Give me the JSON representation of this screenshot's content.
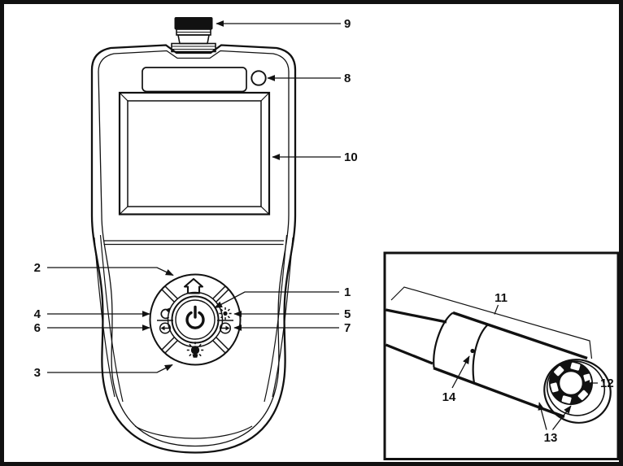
{
  "figure": {
    "colors": {
      "ink": "#111111",
      "paper": "#ffffff"
    },
    "callouts": {
      "c1": "1",
      "c2": "2",
      "c3": "3",
      "c4": "4",
      "c5": "5",
      "c6": "6",
      "c7": "7",
      "c8": "8",
      "c9": "9",
      "c10": "10",
      "c11": "11",
      "c12": "12",
      "c13": "13",
      "c14": "14"
    },
    "icons": {
      "top_button": "home-icon",
      "center_button": "power-icon",
      "left_upper": "rotate-ccw-icon",
      "left_lower": "arrow-left-circle-icon",
      "right_upper": "brightness-icon",
      "right_lower": "arrow-right-circle-icon",
      "bottom_button": "lamp-icon"
    }
  }
}
